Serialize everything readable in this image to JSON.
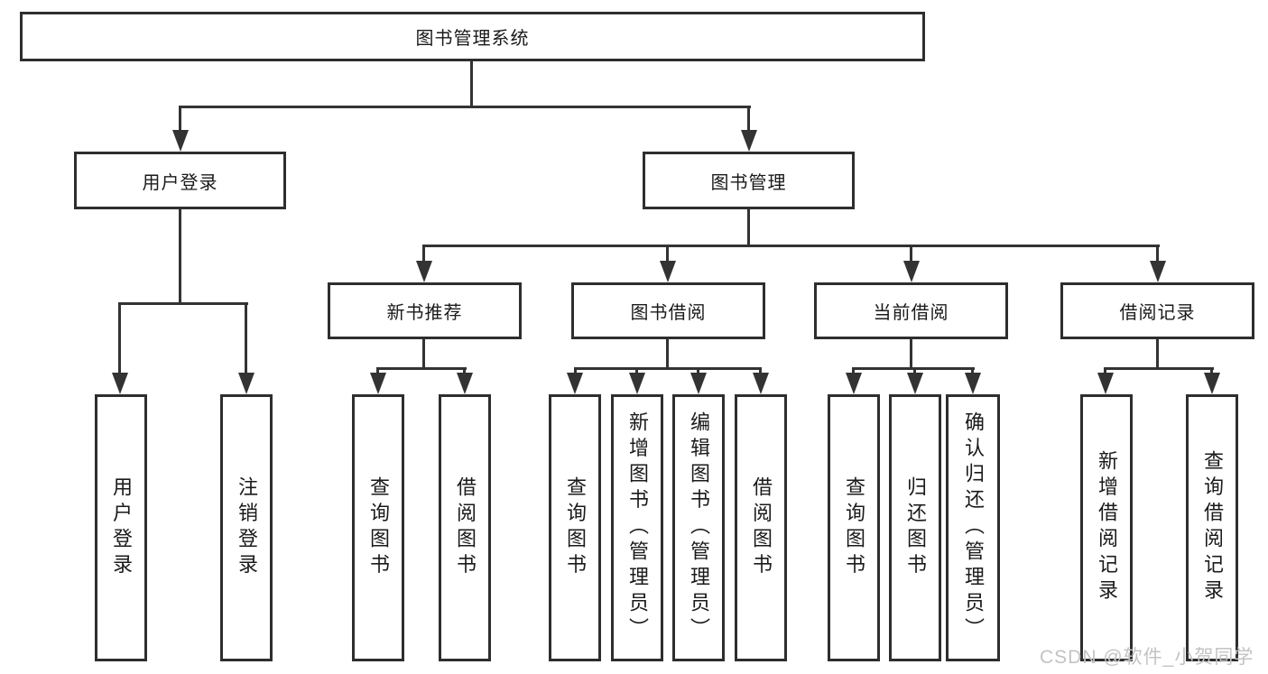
{
  "diagram": {
    "title": "图书管理系统",
    "root": {
      "label": "图书管理系统",
      "children": [
        {
          "label": "用户登录",
          "children": [
            {
              "label": "用户登录"
            },
            {
              "label": "注销登录"
            }
          ]
        },
        {
          "label": "图书管理",
          "children": [
            {
              "label": "新书推荐",
              "children": [
                {
                  "label": "查询图书"
                },
                {
                  "label": "借阅图书"
                }
              ]
            },
            {
              "label": "图书借阅",
              "children": [
                {
                  "label": "查询图书"
                },
                {
                  "label": "新增图书（管理员）"
                },
                {
                  "label": "编辑图书（管理员）"
                },
                {
                  "label": "借阅图书"
                }
              ]
            },
            {
              "label": "当前借阅",
              "children": [
                {
                  "label": "查询图书"
                },
                {
                  "label": "归还图书"
                },
                {
                  "label": "确认归还（管理员）"
                }
              ]
            },
            {
              "label": "借阅记录",
              "children": [
                {
                  "label": "新增借阅记录"
                },
                {
                  "label": "查询借阅记录"
                }
              ]
            }
          ]
        }
      ]
    }
  },
  "watermark": {
    "text": "CSDN @软件_小贺同学"
  },
  "colors": {
    "line": "#333333",
    "box_border": "#2e2e2e",
    "box_background": "#ffffff",
    "text": "#1a1a1a",
    "watermark": "#c3c3c3",
    "background": "#ffffff"
  }
}
